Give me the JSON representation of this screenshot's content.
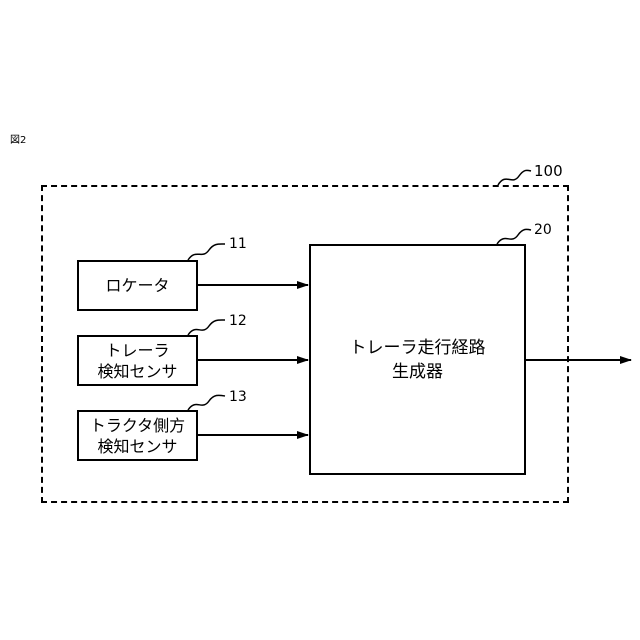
{
  "figure_label": "図2",
  "system": {
    "ref": "100"
  },
  "blocks": {
    "locator": {
      "ref": "11",
      "lines": [
        "ロケータ"
      ]
    },
    "trailer_sensor": {
      "ref": "12",
      "lines": [
        "トレーラ",
        "検知センサ"
      ]
    },
    "tractor_side_sensor": {
      "ref": "13",
      "lines": [
        "トラクタ側方",
        "検知センサ"
      ]
    },
    "path_generator": {
      "ref": "20",
      "lines": [
        "トレーラ走行経路",
        "生成器"
      ]
    }
  }
}
